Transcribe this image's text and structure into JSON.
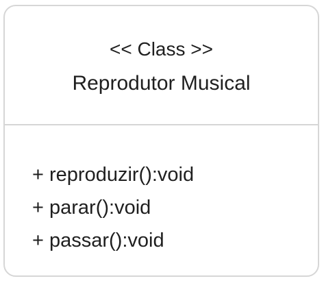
{
  "class_box": {
    "stereotype": "<< Class >>",
    "name": "Reprodutor Musical",
    "methods": [
      "+ reproduzir():void",
      "+ parar():void",
      "+ passar():void"
    ]
  },
  "colors": {
    "border": "#d6d6d6",
    "text": "#1f1f1f",
    "background": "#ffffff"
  }
}
